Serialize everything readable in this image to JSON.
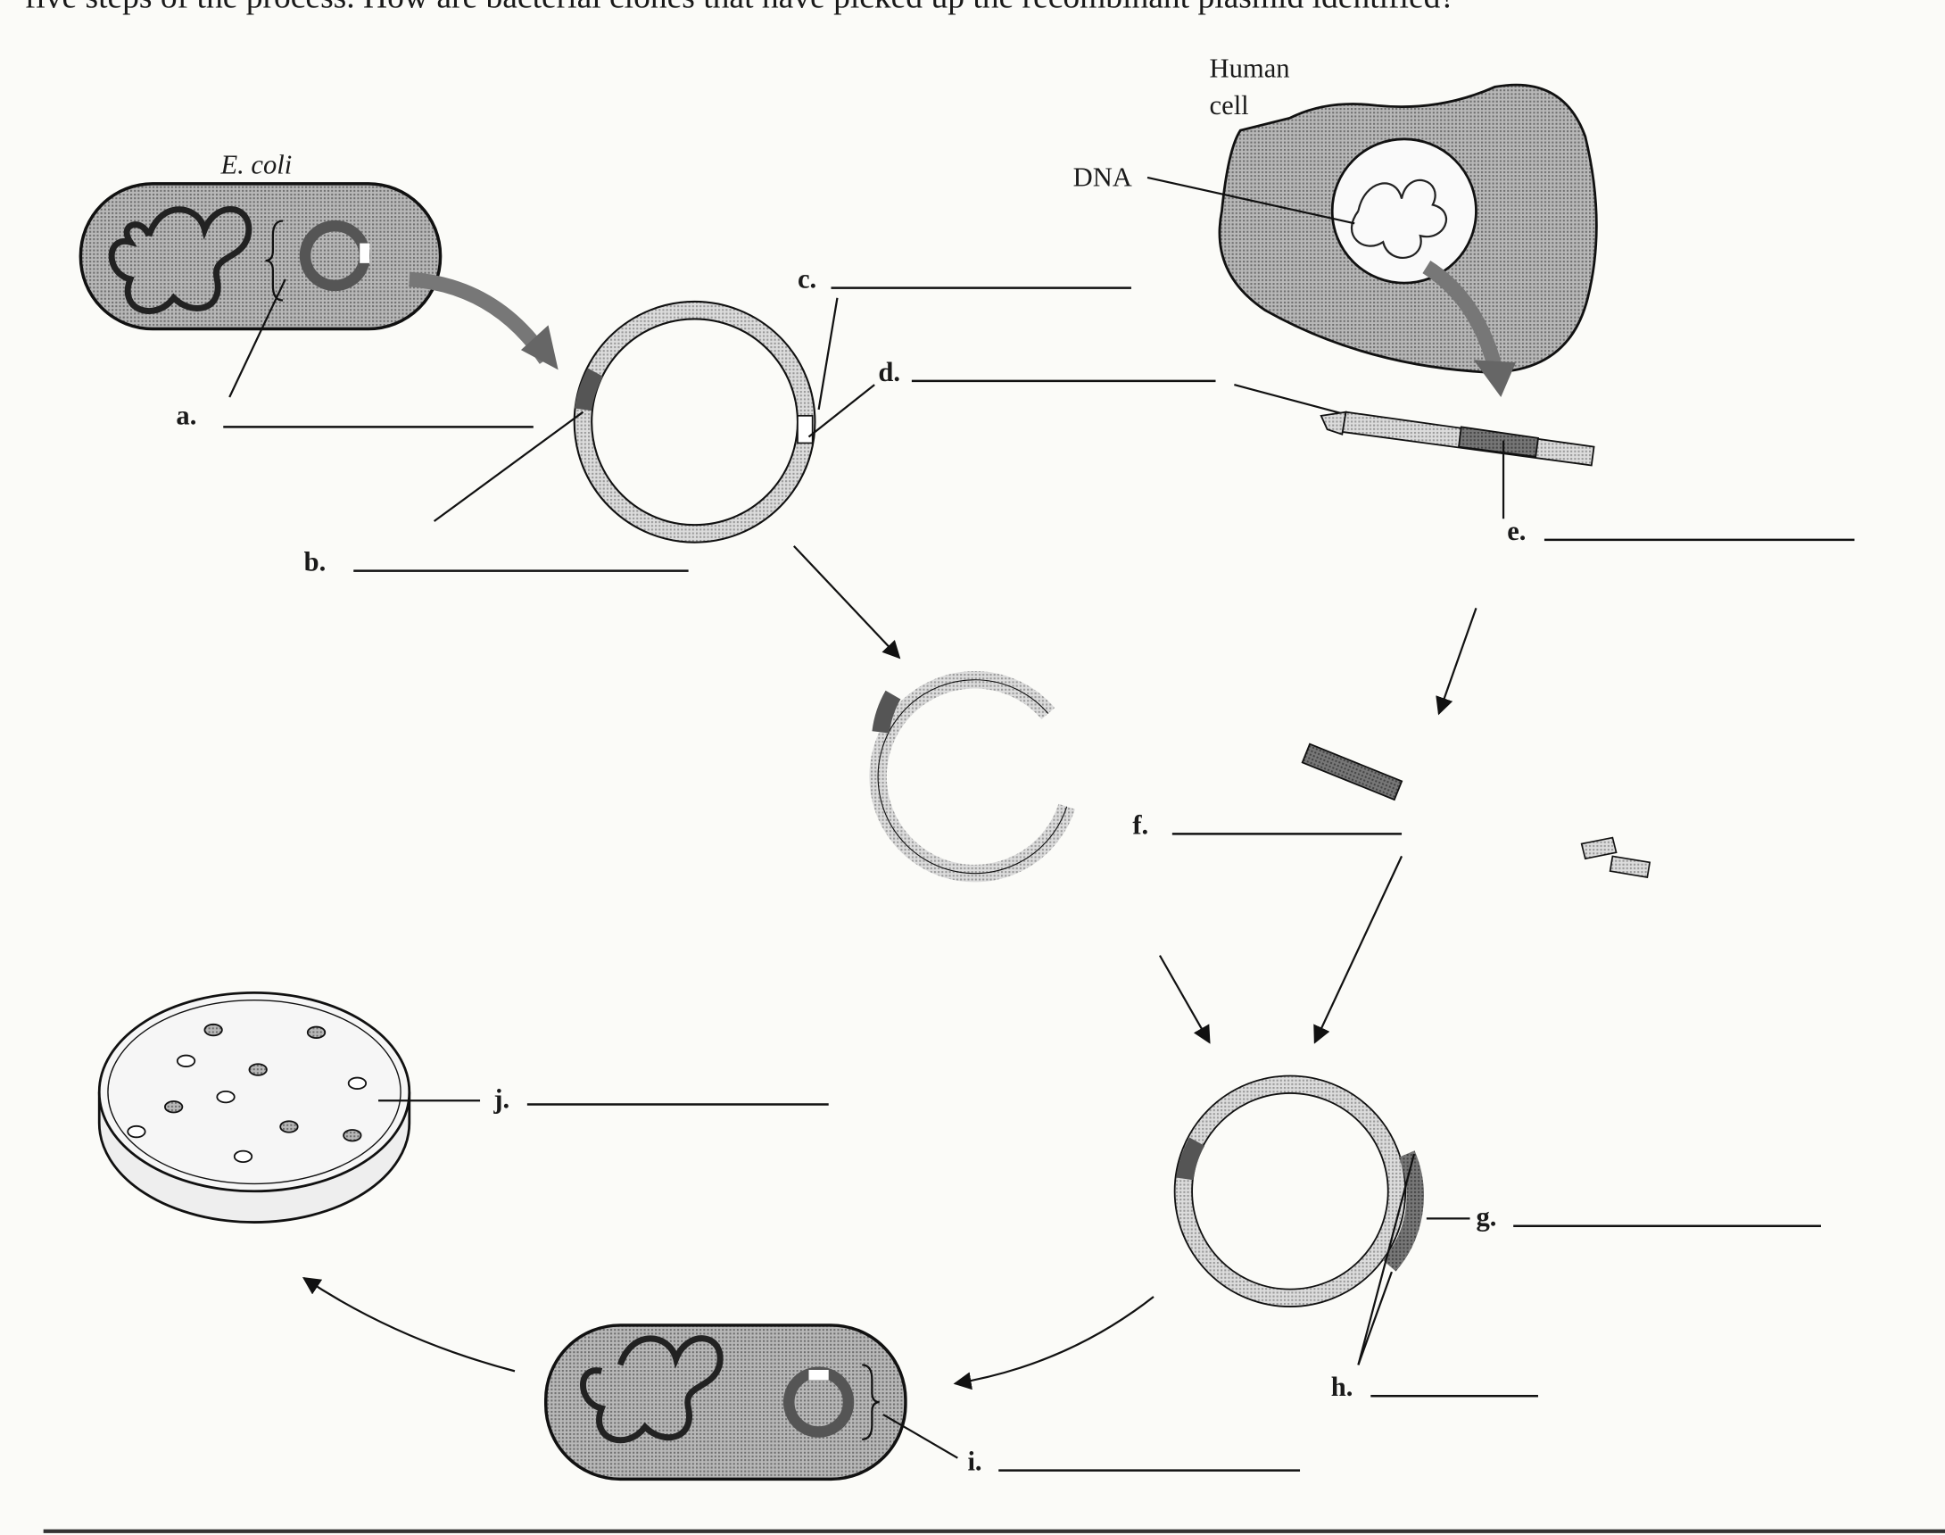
{
  "header_text": "five steps of the process. How are bacterial clones that have picked up the recombinant plasmid identified?",
  "diagram": {
    "ecoli_label": "E. coli",
    "human_cell_label_line1": "Human",
    "human_cell_label_line2": "cell",
    "dna_label": "DNA",
    "blanks": {
      "a": "a.",
      "b": "b.",
      "c": "c.",
      "d": "d.",
      "e": "e.",
      "f": "f.",
      "g": "g.",
      "h": "h.",
      "i": "i.",
      "j": "j."
    }
  },
  "colors": {
    "paper": "#fbfbf8",
    "ink": "#111111",
    "shade": "#8a8a8a"
  }
}
